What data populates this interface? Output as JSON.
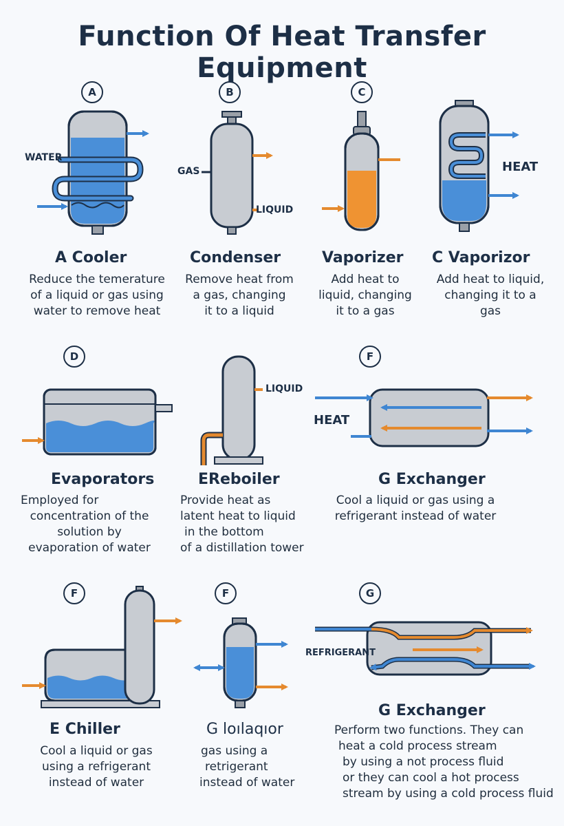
{
  "title": "Function Of Heat Transfer Equipment",
  "colors": {
    "water_blue": "#4a8fd8",
    "arrow_blue": "#3f86d2",
    "arrow_orange": "#e58a2e",
    "vessel_gray": "#c8ccd2",
    "outline": "#1d2f46"
  },
  "row1": [
    {
      "badge": "A",
      "name": "A  Cooler",
      "labels": [
        "WATER"
      ],
      "desc": [
        "Reduce the temerature",
        "of a liquid or gas using",
        "water to remove heat"
      ]
    },
    {
      "badge": "B",
      "name": "Condenser",
      "labels": [
        "GAS",
        "LIQUID"
      ],
      "desc": [
        "Remove heat from",
        "a gas, changing",
        "it to a liquid"
      ]
    },
    {
      "badge": "C",
      "name": "Vaporizer",
      "labels": [],
      "desc": [
        "Add heat to",
        "liquid, changing",
        "it to a gas"
      ]
    },
    {
      "badge": "",
      "name": "C  Vaporizor",
      "labels": [
        "HEAT"
      ],
      "desc": [
        "Add heat to liquid,",
        "changing it to a",
        "gas"
      ]
    }
  ],
  "row2": [
    {
      "badge": "D",
      "name": "Evaporators",
      "labels": [],
      "desc": [
        "Employed for",
        "concentration of the",
        "solution by",
        "evaporation of water"
      ]
    },
    {
      "badge": "",
      "name": "EReboiler",
      "labels": [
        "LIQUID"
      ],
      "desc": [
        "Provide heat as",
        "latent heat to liquid",
        "in the bottom",
        "of a distillation tower"
      ]
    },
    {
      "badge": "F",
      "name": "G  Exchanger",
      "labels": [
        "HEAT"
      ],
      "desc": [
        "Cool a liquid or gas using a",
        "refrigerant instead of water"
      ]
    }
  ],
  "row3": [
    {
      "badge": "F",
      "name": "E  Chiller",
      "labels": [],
      "desc": [
        "Cool a liquid or gas",
        "using a refrigerant",
        "instead of water"
      ]
    },
    {
      "badge": "F",
      "name": "G  loılaqıor",
      "labels": [],
      "desc": [
        "gas using a",
        "retrigerant",
        "instead of water"
      ]
    },
    {
      "badge": "G",
      "name": "G  Exchanger",
      "labels": [
        "REFRIGERANT"
      ],
      "desc": [
        "Perform two functions. They can",
        "heat a cold process stream",
        "by using a not process fluid",
        "or they can cool a hot process",
        "stream by using a cold process fluid"
      ]
    }
  ]
}
